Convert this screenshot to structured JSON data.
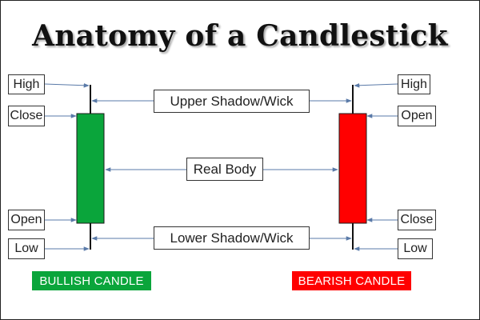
{
  "title": "Anatomy of a Candlestick",
  "labels": {
    "upper_shadow": "Upper Shadow/Wick",
    "real_body": "Real Body",
    "lower_shadow": "Lower Shadow/Wick"
  },
  "bullish": {
    "high": "High",
    "close": "Close",
    "open": "Open",
    "low": "Low",
    "tag": "BULLISH CANDLE",
    "color": "#0aa53b"
  },
  "bearish": {
    "high": "High",
    "open": "Open",
    "close": "Close",
    "low": "Low",
    "tag": "BEARISH CANDLE",
    "color": "#ff0000"
  },
  "colors": {
    "arrow": "#5a7aa8",
    "wick": "#111111"
  }
}
